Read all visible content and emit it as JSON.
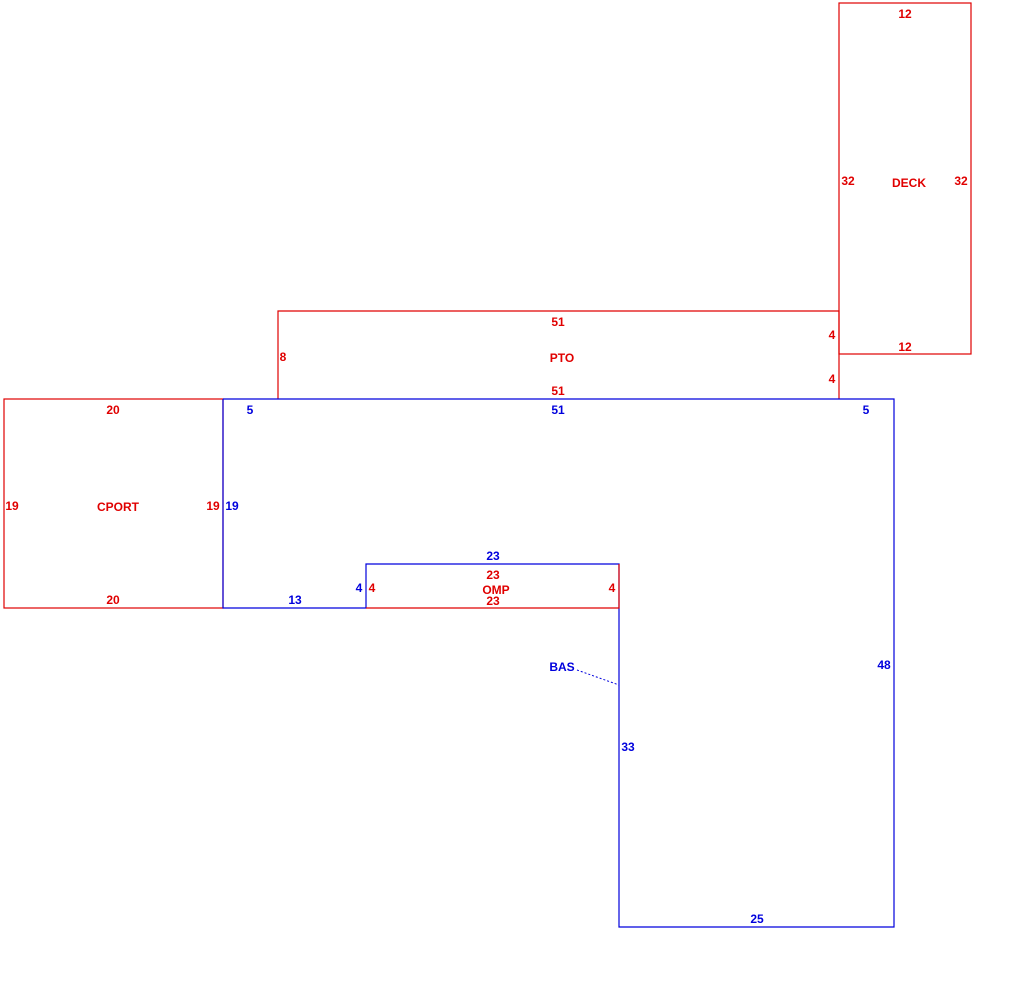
{
  "colors": {
    "addition": "#e00000",
    "base": "#0000dd",
    "background": "#ffffff"
  },
  "areas": {
    "deck": {
      "label": "DECK",
      "dims": {
        "top": "12",
        "bottom": "12",
        "left": "32",
        "right": "32"
      }
    },
    "pto": {
      "label": "PTO",
      "dims": {
        "top": "51",
        "bottom": "51",
        "left": "8",
        "right_upper": "4",
        "right_lower": "4"
      }
    },
    "cport": {
      "label": "CPORT",
      "dims": {
        "top": "20",
        "bottom": "20",
        "left": "19",
        "right": "19"
      }
    },
    "omp": {
      "label": "OMP",
      "dims": {
        "top": "23",
        "bottom": "23",
        "left": "4",
        "right": "4"
      }
    },
    "bas": {
      "label": "BAS",
      "dims": {
        "top_left_offset": "5",
        "top": "51",
        "top_right_offset": "5",
        "left": "19",
        "bottom_left": "13",
        "notch_left": "4",
        "notch_top": "23",
        "inner_vertical": "33",
        "bottom": "25",
        "right": "48"
      }
    }
  }
}
